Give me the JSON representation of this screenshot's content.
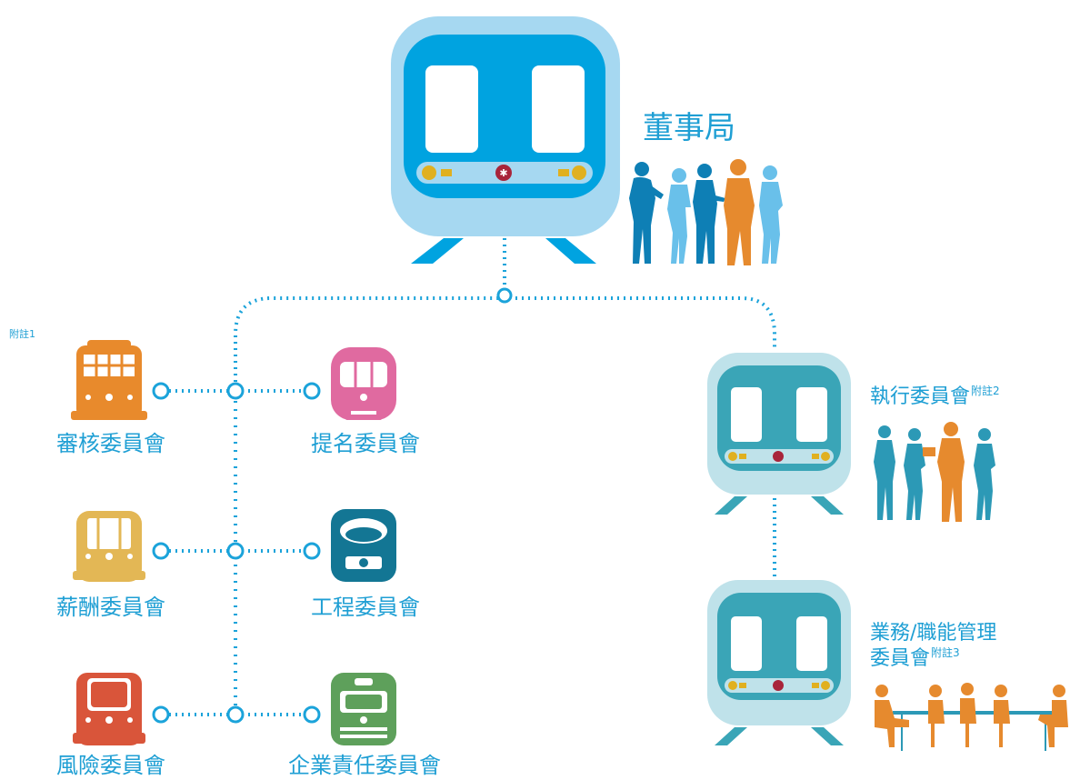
{
  "board": {
    "label": "董事局"
  },
  "note1": "附註1",
  "executive": {
    "label": "執行委員會",
    "note": "附註2"
  },
  "business": {
    "line1": "業務/職能管理",
    "line2": "委員會",
    "note": "附註3"
  },
  "committees": {
    "audit": "審核委員會",
    "nominations": "提名委員會",
    "remuneration": "薪酬委員會",
    "engineering": "工程委員會",
    "risk": "風險委員會",
    "csr": "企業責任委員會"
  },
  "colors": {
    "line": "#1ba3da",
    "board_train_outer": "#a6d8f1",
    "board_train_inner": "#00a3e0",
    "exec_train_outer": "#bfe2ea",
    "exec_train_inner": "#3aa5b7",
    "text": "#1f9fd4",
    "audit": "#e88a2c",
    "nominations": "#e06aa0",
    "remuneration": "#e3b755",
    "engineering": "#137694",
    "risk": "#d9553a",
    "csr": "#5ea05b",
    "people_blue": "#0e7fb5",
    "people_light": "#69c0ea",
    "people_orange": "#e68a2e",
    "people_teal": "#2c99b6"
  }
}
